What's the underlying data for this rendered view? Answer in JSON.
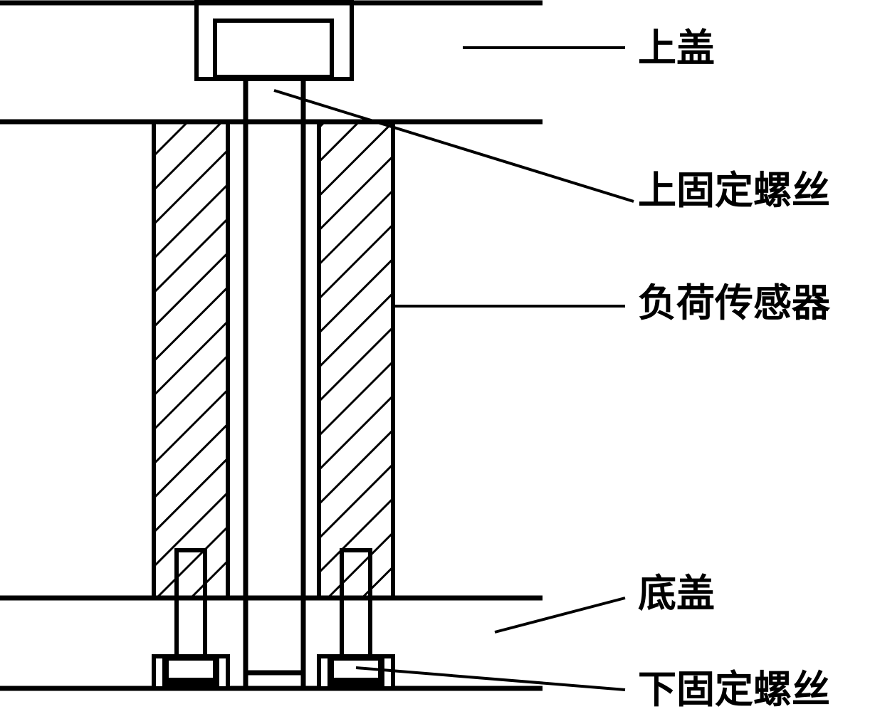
{
  "colors": {
    "stroke": "#000000",
    "background": "#ffffff"
  },
  "labels": {
    "top_cover": "上盖",
    "upper_screw": "上固定螺丝",
    "load_sensor": "负荷传感器",
    "bottom_cover": "底盖",
    "lower_screw": "下固定螺丝"
  }
}
